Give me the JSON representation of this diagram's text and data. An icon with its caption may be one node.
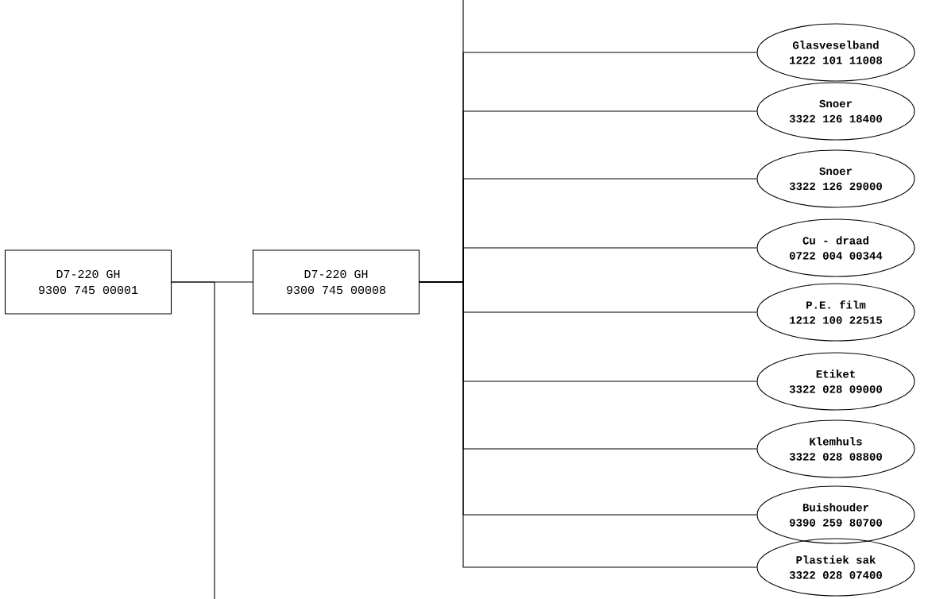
{
  "diagram": {
    "nodes": [
      {
        "text": [
          "D7-220 GH",
          "9300 745 00001"
        ]
      },
      {
        "text": [
          "D7-220 GH",
          "9300 745 00008"
        ]
      },
      {
        "text": [
          "Glasveselband",
          "1222 101 11008"
        ]
      },
      {
        "text": [
          "Snoer",
          "3322 126 18400"
        ]
      },
      {
        "text": [
          "Snoer",
          "3322 126 29000"
        ]
      },
      {
        "text": [
          "Cu - draad",
          "0722 004 00344"
        ]
      },
      {
        "text": [
          "P.E. film",
          "1212 100 22515"
        ]
      },
      {
        "text": [
          "Etiket",
          "3322 028 09000"
        ]
      },
      {
        "text": [
          "Klemhuls",
          "3322 028 08800"
        ]
      },
      {
        "text": [
          "Buishouder",
          "9390 259 80700"
        ]
      },
      {
        "text": [
          "Plastiek sak",
          "3322 028 07400"
        ]
      }
    ],
    "edges": [
      {
        "from": 0,
        "to": 1,
        "arrow": "none"
      },
      {
        "from": 0,
        "to": null,
        "arrow": "none"
      },
      {
        "from": 1,
        "to": null,
        "arrow": "none"
      },
      {
        "from": 1,
        "to": 2,
        "arrow": "none"
      },
      {
        "from": 1,
        "to": 3,
        "arrow": "none"
      },
      {
        "from": 1,
        "to": 4,
        "arrow": "none"
      },
      {
        "from": 1,
        "to": 5,
        "arrow": "none"
      },
      {
        "from": 1,
        "to": 6,
        "arrow": "none"
      },
      {
        "from": 1,
        "to": 7,
        "arrow": "none"
      },
      {
        "from": 1,
        "to": 8,
        "arrow": "none"
      },
      {
        "from": 1,
        "to": 9,
        "arrow": "none"
      },
      {
        "from": 1,
        "to": 10,
        "arrow": "none"
      }
    ]
  }
}
